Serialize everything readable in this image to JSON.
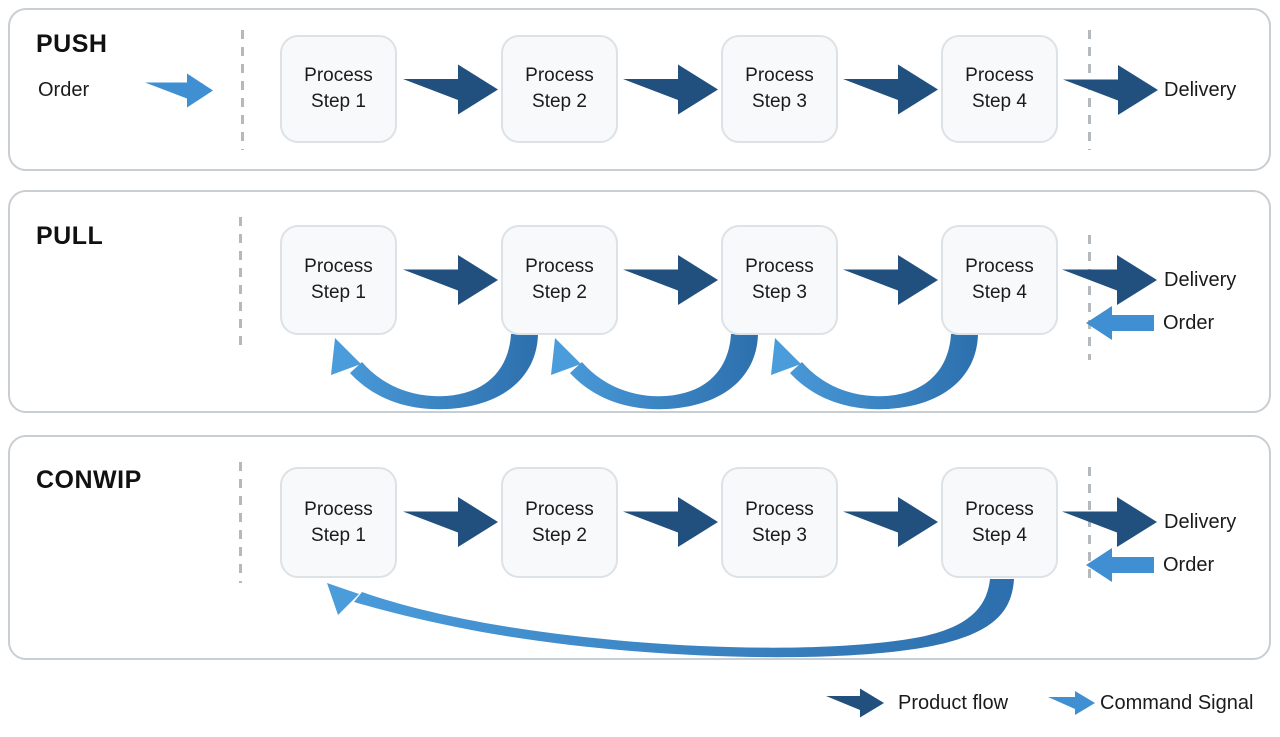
{
  "colors": {
    "product_flow": "#21507e",
    "command_signal": "#3f8fd2",
    "feedback_gradient_start": "#2d6fad",
    "feedback_gradient_end": "#4b9cdb",
    "panel_border": "#c9ced3",
    "box_fill": "#f7f9fb"
  },
  "panels": [
    {
      "title": "PUSH",
      "left_label": "Order",
      "right_labels": [
        "Delivery"
      ],
      "steps": [
        "Process Step 1",
        "Process Step 2",
        "Process Step 3",
        "Process Step 4"
      ]
    },
    {
      "title": "PULL",
      "right_labels": [
        "Delivery",
        "Order"
      ],
      "steps": [
        "Process Step 1",
        "Process Step 2",
        "Process Step 3",
        "Process Step 4"
      ]
    },
    {
      "title": "CONWIP",
      "right_labels": [
        "Delivery",
        "Order"
      ],
      "steps": [
        "Process Step 1",
        "Process Step 2",
        "Process Step 3",
        "Process Step 4"
      ]
    }
  ],
  "legend": {
    "product_flow_label": "Product flow",
    "command_signal_label": "Command Signal"
  }
}
